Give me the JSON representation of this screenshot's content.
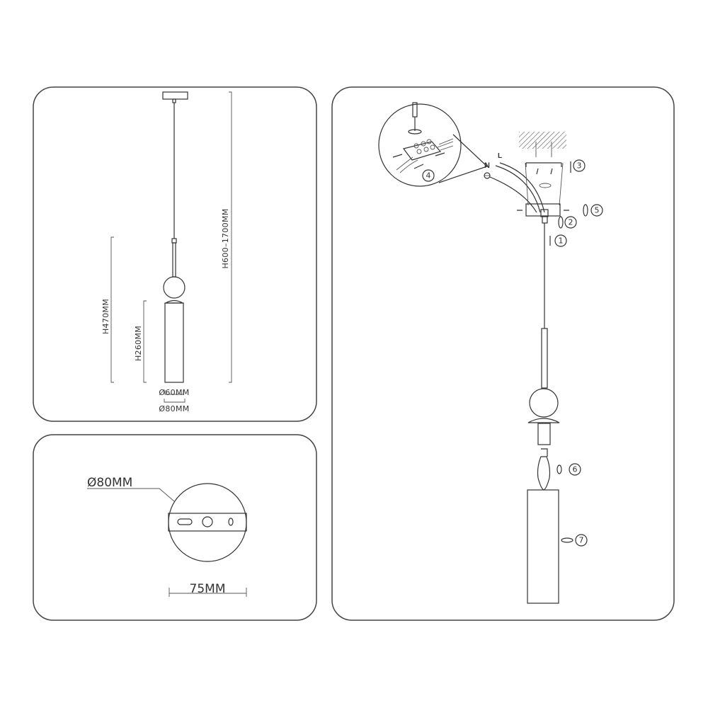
{
  "dimensions_panel": {
    "total_height": "H600–1700MM",
    "body_height": "H470MM",
    "shade_height": "H260MM",
    "shade_diameter": "Ø60MM",
    "outer_diameter": "Ø80MM"
  },
  "canopy_panel": {
    "canopy_diameter": "Ø80MM",
    "bracket_width": "75MM"
  },
  "installation_panel": {
    "wire_labels": {
      "neutral": "N",
      "live": "L"
    },
    "steps": [
      "1",
      "2",
      "3",
      "4",
      "5",
      "6",
      "7"
    ]
  }
}
